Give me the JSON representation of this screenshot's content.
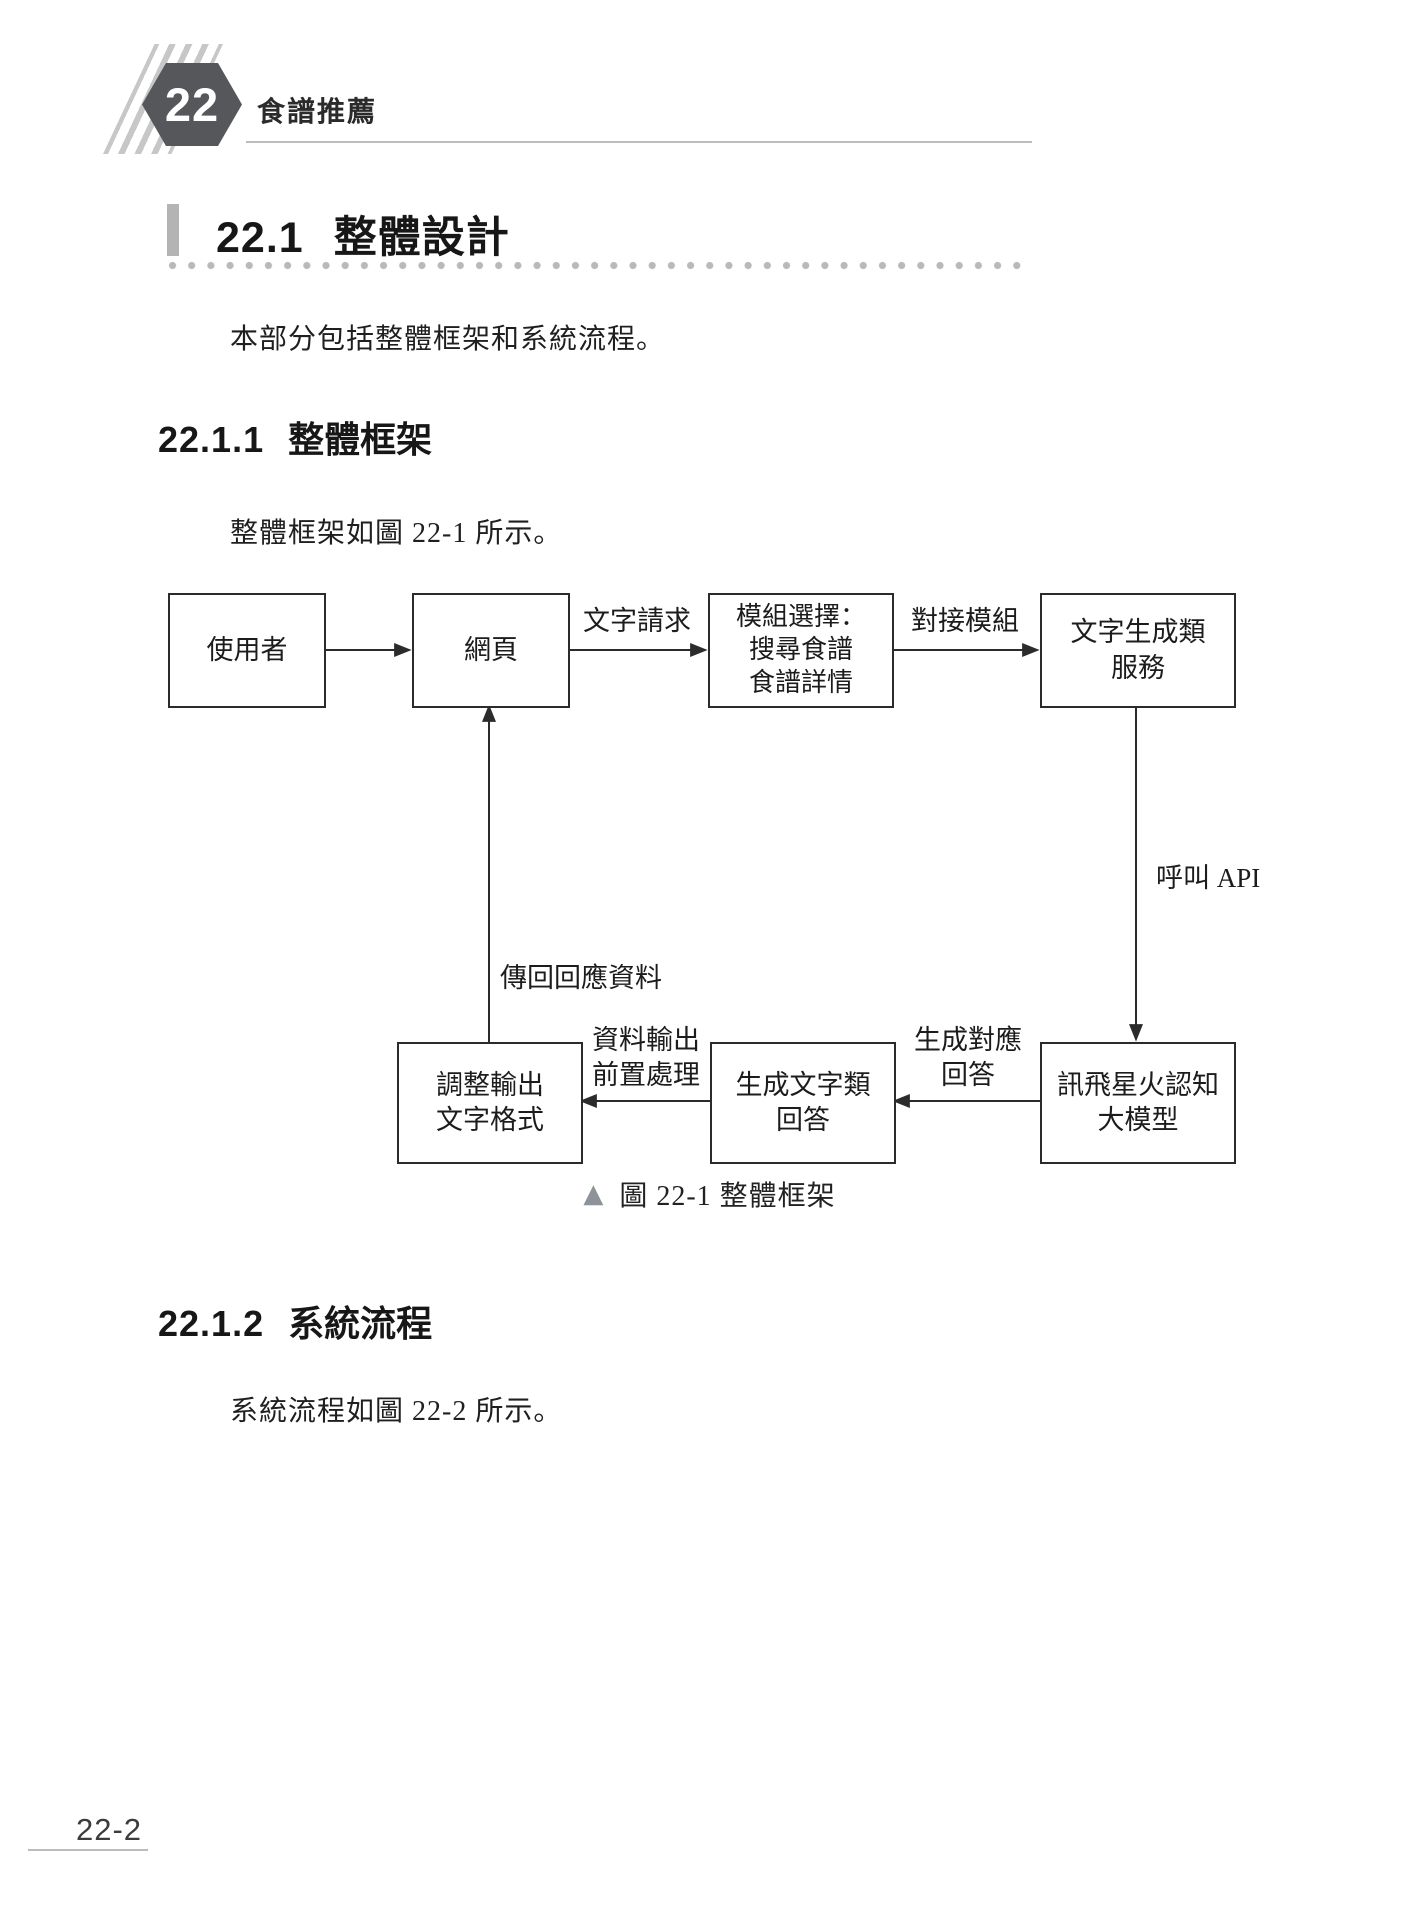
{
  "header": {
    "chapter_number": "22",
    "chapter_title": "食譜推薦"
  },
  "section_221": {
    "number": "22.1",
    "title": "整體設計"
  },
  "para_overview": "本部分包括整體框架和系統流程。",
  "section_2211": {
    "number": "22.1.1",
    "title": "整體框架"
  },
  "para_framework": "整體框架如圖 22-1 所示。",
  "figure_221": {
    "nodes": {
      "user": "使用者",
      "web": "網頁",
      "module_select": "模組選擇：\n搜尋食譜\n食譜詳情",
      "text_service": "文字生成類\n服務",
      "adjust_output": "調整輸出\n文字格式",
      "gen_answer": "生成文字類\n回答",
      "spark_model": "訊飛星火認知\n大模型"
    },
    "edge_labels": {
      "text_request": "文字請求",
      "dock_module": "對接模組",
      "call_api": "呼叫 API",
      "gen_reply": "生成對應\n回答",
      "data_preprocess": "資料輸出\n前置處理",
      "return_response": "傳回回應資料"
    },
    "caption_marker": "▲",
    "caption": "圖 22-1 整體框架"
  },
  "section_2212": {
    "number": "22.1.2",
    "title": "系統流程"
  },
  "para_flow": "系統流程如圖 22-2 所示。",
  "footer": {
    "page_number": "22-2"
  },
  "colors": {
    "hexagon": "#56575a",
    "stripe": "#c7c7c7",
    "diagram_stroke": "#2b2b2b",
    "caption_triangle": "#8e939a",
    "rule_gray": "#bdbdbd"
  }
}
